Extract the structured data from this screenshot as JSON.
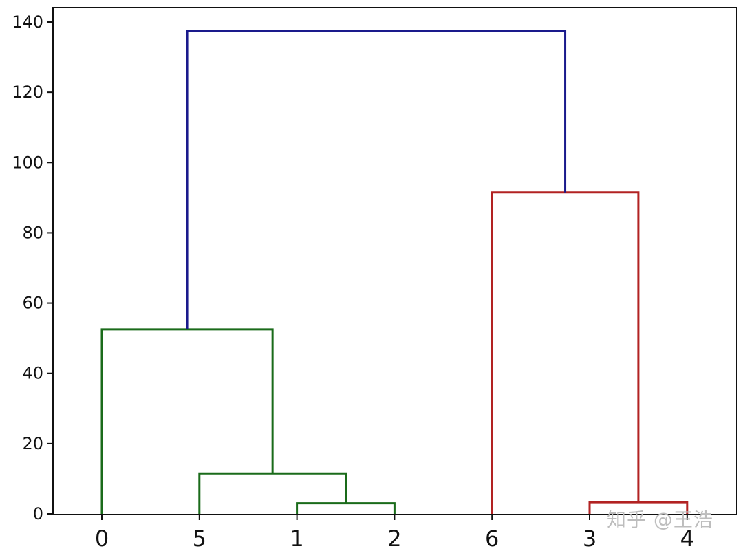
{
  "chart_data": {
    "type": "dendrogram",
    "title": "",
    "xlabel": "",
    "ylabel": "",
    "ylim": [
      0,
      143
    ],
    "yticks": [
      0,
      20,
      40,
      60,
      80,
      100,
      120,
      140
    ],
    "leaves": [
      "0",
      "5",
      "1",
      "2",
      "6",
      "3",
      "4"
    ],
    "merges": [
      {
        "left": {
          "leaf": 2
        },
        "right": {
          "leaf": 3
        },
        "height": 3,
        "color": "#1a6b1a"
      },
      {
        "left": {
          "leaf": 1
        },
        "right": {
          "merge": 0
        },
        "height": 11.5,
        "color": "#1a6b1a"
      },
      {
        "left": {
          "leaf": 0
        },
        "right": {
          "merge": 1
        },
        "height": 52.5,
        "color": "#1a6b1a"
      },
      {
        "left": {
          "leaf": 5
        },
        "right": {
          "leaf": 6
        },
        "height": 3.3,
        "color": "#b22222"
      },
      {
        "left": {
          "leaf": 4
        },
        "right": {
          "merge": 3
        },
        "height": 91.5,
        "color": "#b22222"
      },
      {
        "left": {
          "merge": 2
        },
        "right": {
          "merge": 4
        },
        "height": 137.5,
        "color": "#1a1a8c"
      }
    ],
    "grid": false
  },
  "watermark": {
    "text": "知乎 @王浩",
    "color": "#bdbdbd"
  }
}
